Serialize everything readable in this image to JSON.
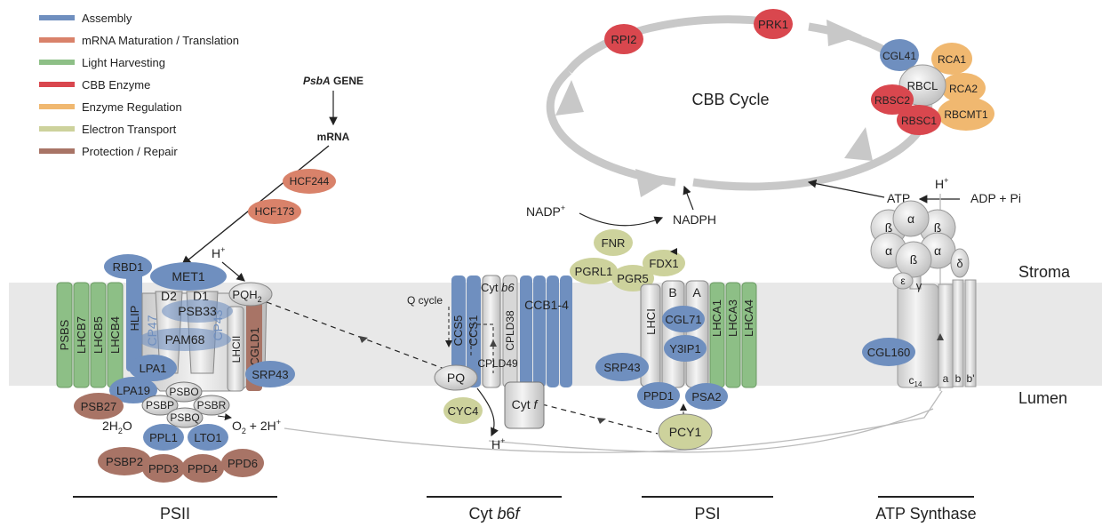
{
  "legend": [
    {
      "label": "Assembly",
      "color": "#6f8fbf"
    },
    {
      "label": "mRNA Maturation / Translation",
      "color": "#d9826a"
    },
    {
      "label": "Light Harvesting",
      "color": "#8dbf86"
    },
    {
      "label": "CBB Enzyme",
      "color": "#d9474e"
    },
    {
      "label": "Enzyme Regulation",
      "color": "#f0b870"
    },
    {
      "label": "Electron Transport",
      "color": "#cdd29c"
    },
    {
      "label": "Protection / Repair",
      "color": "#a87466"
    }
  ],
  "compartments": {
    "stroma": "Stroma",
    "lumen": "Lumen"
  },
  "complexes": {
    "psii": "PSII",
    "cyt_prefix": "Cyt ",
    "cyt_italic": "b",
    "cyt_suffix": "6",
    "cyt_f": "f",
    "psi": "PSI",
    "atp": "ATP Synthase"
  },
  "cbb": {
    "title": "CBB Cycle",
    "enzymes": [
      "RPI2",
      "PRK1"
    ],
    "complex": [
      "CGL41",
      "RCA1",
      "RBCL",
      "RCA2",
      "RBSC2",
      "RBSC1",
      "RBCMT1"
    ]
  },
  "gene": {
    "name": "PsbA",
    "suffix": " GENE",
    "mrna": "mRNA",
    "factors": [
      "HCF244",
      "HCF173"
    ]
  },
  "psii": {
    "lhc": [
      "PSBS",
      "LHCB7",
      "LHCB5",
      "LHCB4"
    ],
    "hlip": "HLIP",
    "cp47": "CP47",
    "cp43": "CP43",
    "lhcii": "LHCII",
    "cgld1": "CGLD1",
    "d2": "D2",
    "d1": "D1",
    "pqh": "PQH",
    "pqh_sub": "2",
    "rbd1": "RBD1",
    "met1": "MET1",
    "psb33": "PSB33",
    "pam68": "PAM68",
    "lpa1": "LPA1",
    "lpa19": "LPA19",
    "srp43": "SRP43",
    "psb27": "PSB27",
    "psbo": "PSBO",
    "psbp": "PSBP",
    "psbq": "PSBQ",
    "psbr": "PSBR",
    "water": "2H",
    "water_sub": "2",
    "water_o": "O",
    "o2": "O",
    "o2_sub": "2",
    "o2_tail": " + 2H",
    "ppl1": "PPL1",
    "lto1": "LTO1",
    "psbp2": "PSBP2",
    "ppd3": "PPD3",
    "ppd4": "PPD4",
    "ppd6": "PPD6",
    "hplus": "H"
  },
  "cyt": {
    "ccs5": "CCS5",
    "ccs1": "CCS1",
    "cpld38": "CPLD38",
    "ccb": "CCB1-4",
    "cyt_b6_prefix": "Cyt ",
    "cyt_b6_italic": "b6",
    "qcycle": "Q cycle",
    "pq": "PQ",
    "cpld49": "CPLD49",
    "cyc4": "CYC4",
    "hplus": "H"
  },
  "psi": {
    "nadp": "NADP",
    "nadph": "NADPH",
    "fnr": "FNR",
    "fdx1": "FDX1",
    "pgrl1": "PGRL1",
    "pgr5": "PGR5",
    "lhci": "LHCI",
    "b": "B",
    "a": "A",
    "lhca": [
      "LHCA1",
      "LHCA3",
      "LHCA4"
    ],
    "cgl71": "CGL71",
    "y3ip1": "Y3IP1",
    "srp43": "SRP43",
    "ppd1": "PPD1",
    "psa2": "PSA2",
    "pcy1": "PCY1"
  },
  "atp": {
    "atp": "ATP",
    "adp": "ADP + Pi",
    "hplus": "H",
    "beta": "ß",
    "alpha": "α",
    "delta": "δ",
    "gamma": "γ",
    "epsilon": "ε",
    "cgl160": "CGL160",
    "c14": "c",
    "c14_sub": "14",
    "a": "a",
    "b": "b",
    "bprime": "b'"
  },
  "sup_plus": "+"
}
